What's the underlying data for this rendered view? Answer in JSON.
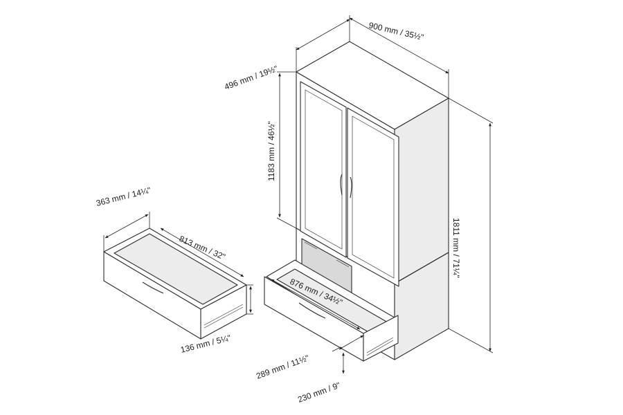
{
  "dimensions": {
    "width": "900 mm / 35½\"",
    "depth": "496 mm / 19½\"",
    "door_height": "1183 mm / 46½\"",
    "total_height": "1811 mm / 71¼\"",
    "drawer_depth": "363 mm / 14¼\"",
    "drawer_inner_width": "813 mm / 32\"",
    "drawer_height": "136 mm / 5¼\"",
    "opening_width": "876 mm / 34½\"",
    "opening_depth": "289 mm / 11½\"",
    "opening_height": "230 mm / 9\""
  },
  "colors": {
    "line": "#2b2b2b",
    "background": "#ffffff"
  },
  "icons": [
    "door-handle-icon",
    "drawer-pull-icon",
    "drawer-slide-icon"
  ]
}
